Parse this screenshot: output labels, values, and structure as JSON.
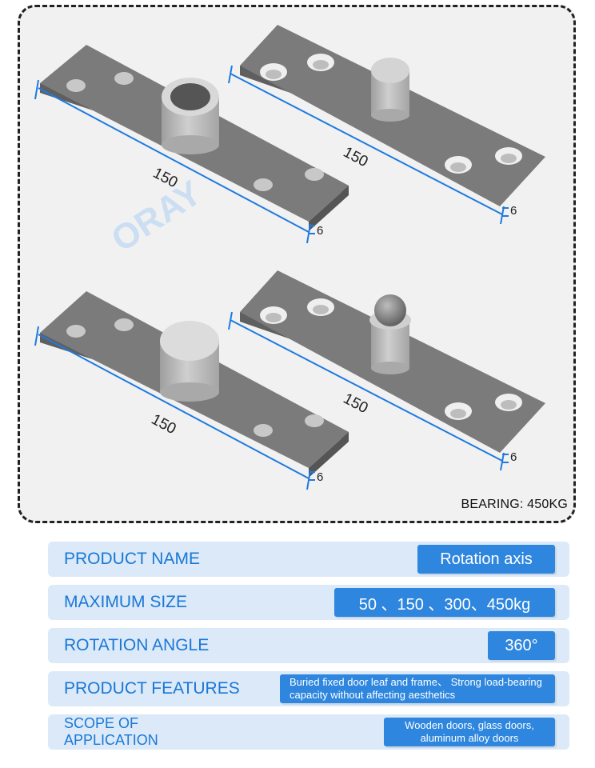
{
  "watermark": "ORAY",
  "dimensions": {
    "length": "150",
    "thickness": "6"
  },
  "bearing_label": "BEARING: 450KG",
  "specs": [
    {
      "label": "PRODUCT NAME",
      "value": "Rotation axis"
    },
    {
      "label": "MAXIMUM SIZE",
      "value": "50 、150 、300、450kg"
    },
    {
      "label": "ROTATION ANGLE",
      "value": "360°"
    },
    {
      "label": "PRODUCT FEATURES",
      "value": "Buried fixed door leaf and frame、 Strong load-bearing capacity without affecting aesthetics"
    },
    {
      "label": "SCOPE OF APPLICATION",
      "value": "Wooden doors, glass doors, aluminum alloy doors"
    }
  ],
  "colors": {
    "plate": "#7b7b7b",
    "plate_edge": "#5f5f5f",
    "cylinder": "#b9b9b9",
    "dimension_line": "#1f7ae0",
    "label_text": "#1a78d6",
    "value_bg": "#2e86de",
    "row_bg": "#dbe9f8"
  }
}
